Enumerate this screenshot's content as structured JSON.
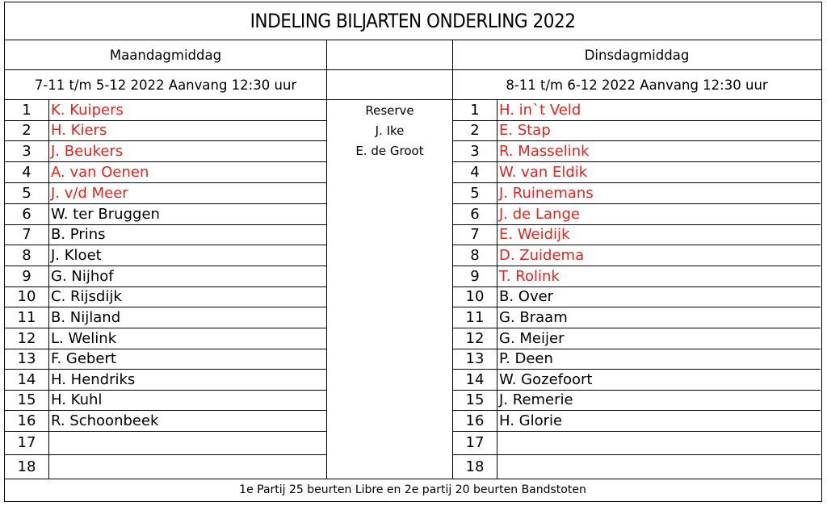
{
  "title": "INDELING BILJARTEN ONDERLING   2022",
  "monday": {
    "heading": "Maandagmiddag",
    "period": "7-11 t/m 5-12  2022  Aanvang 12:30 uur",
    "rows": [
      {
        "num": "1",
        "name": "K. Kuipers",
        "color": "#e8211c"
      },
      {
        "num": "2",
        "name": "H. Kiers",
        "color": "#e8211c"
      },
      {
        "num": "3",
        "name": "J. Beukers",
        "color": "#e8211c"
      },
      {
        "num": "4",
        "name": "A. van Oenen",
        "color": "#e8211c"
      },
      {
        "num": "5",
        "name": "J. v/d Meer",
        "color": "#e8211c"
      },
      {
        "num": "6",
        "name": "W. ter Bruggen",
        "color": "#000000"
      },
      {
        "num": "7",
        "name": "B. Prins",
        "color": "#000000"
      },
      {
        "num": "8",
        "name": "J. Kloet",
        "color": "#000000"
      },
      {
        "num": "9",
        "name": "G. Nijhof",
        "color": "#000000"
      },
      {
        "num": "10",
        "name": "C. Rijsdijk",
        "color": "#000000"
      },
      {
        "num": "11",
        "name": "B. Nijland",
        "color": "#000000"
      },
      {
        "num": "12",
        "name": "L. Welink",
        "color": "#000000"
      },
      {
        "num": "13",
        "name": "F. Gebert",
        "color": "#000000"
      },
      {
        "num": "14",
        "name": "H. Hendriks",
        "color": "#000000"
      },
      {
        "num": "15",
        "name": "H. Kuhl",
        "color": "#000000"
      },
      {
        "num": "16",
        "name": "R. Schoonbeek",
        "color": "#000000"
      },
      {
        "num": "17",
        "name": "",
        "color": "#000000"
      },
      {
        "num": "18",
        "name": "",
        "color": "#000000"
      }
    ]
  },
  "reserve": {
    "heading": "Reserve",
    "names": [
      "J. Ike",
      "E. de Groot"
    ]
  },
  "tuesday": {
    "heading": "Dinsdagmiddag",
    "period": "8-11 t/m 6-12  2022  Aanvang 12:30 uur",
    "rows": [
      {
        "num": "1",
        "name": "H. in`t Veld",
        "color": "#e8211c"
      },
      {
        "num": "2",
        "name": "E. Stap",
        "color": "#e8211c"
      },
      {
        "num": "3",
        "name": "R. Masselink",
        "color": "#e8211c"
      },
      {
        "num": "4",
        "name": "W. van Eldik",
        "color": "#e8211c"
      },
      {
        "num": "5",
        "name": "J. Ruinemans",
        "color": "#e8211c"
      },
      {
        "num": "6",
        "name": "J. de Lange",
        "color": "#e8211c"
      },
      {
        "num": "7",
        "name": "E. Weidijk",
        "color": "#e8211c"
      },
      {
        "num": "8",
        "name": "D. Zuidema",
        "color": "#e8211c"
      },
      {
        "num": "9",
        "name": "T. Rolink",
        "color": "#e8211c"
      },
      {
        "num": "10",
        "name": "B. Over",
        "color": "#000000"
      },
      {
        "num": "11",
        "name": "G. Braam",
        "color": "#000000"
      },
      {
        "num": "12",
        "name": "G. Meijer",
        "color": "#000000"
      },
      {
        "num": "13",
        "name": "P. Deen",
        "color": "#000000"
      },
      {
        "num": "14",
        "name": "W. Gozefoort",
        "color": "#000000"
      },
      {
        "num": "15",
        "name": "J. Remerie",
        "color": "#000000"
      },
      {
        "num": "16",
        "name": "H. Glorie",
        "color": "#000000"
      },
      {
        "num": "17",
        "name": "",
        "color": "#000000"
      },
      {
        "num": "18",
        "name": "",
        "color": "#000000"
      }
    ]
  },
  "footer": "1e Partij 25 beurten Libre en 2e partij 20 beurten Bandstoten"
}
